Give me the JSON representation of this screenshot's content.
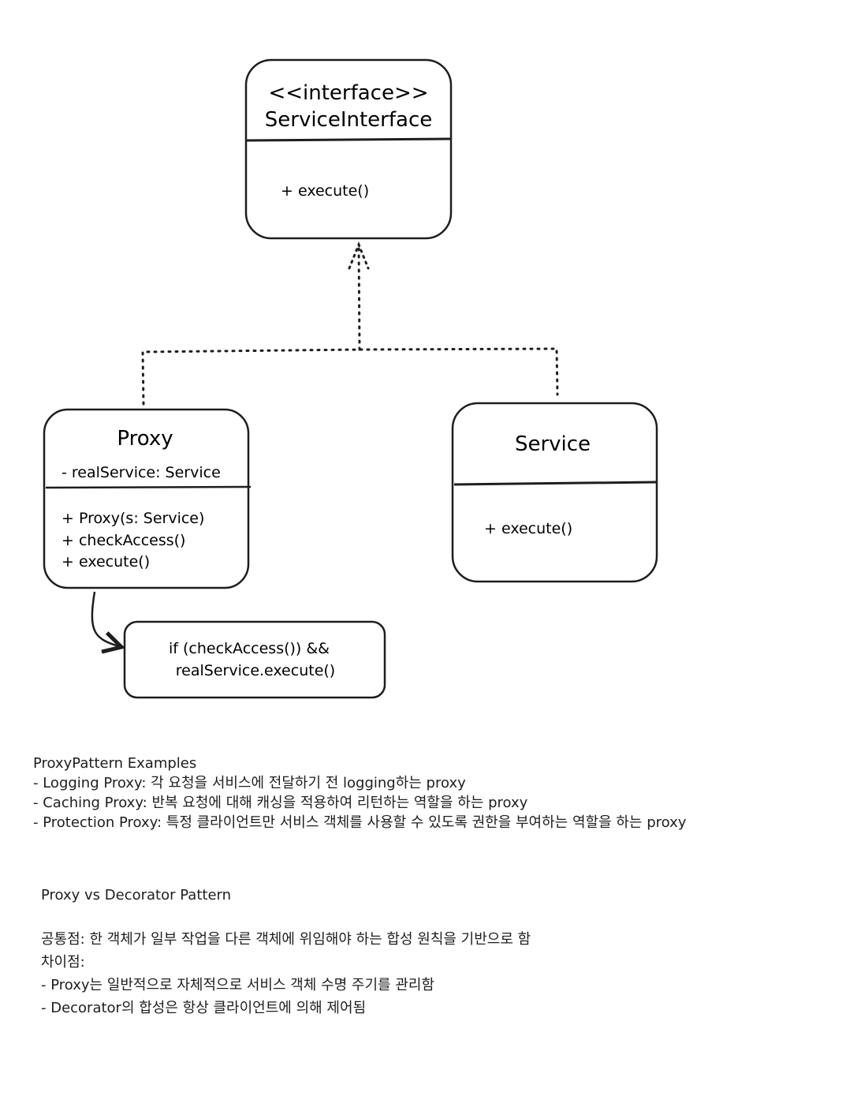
{
  "diagram": {
    "interface_box": {
      "stereotype": "<<interface>>",
      "name": "ServiceInterface",
      "methods": [
        "+ execute()"
      ]
    },
    "proxy_box": {
      "name": "Proxy",
      "fields": [
        "- realService: Service"
      ],
      "methods": [
        "+ Proxy(s: Service)",
        "+ checkAccess()",
        "+ execute()"
      ]
    },
    "service_box": {
      "name": "Service",
      "methods": [
        "+ execute()"
      ]
    },
    "note": {
      "lines": [
        "if (checkAccess()) &&",
        "realService.execute()"
      ]
    }
  },
  "examples": {
    "title": "ProxyPattern Examples",
    "items": [
      "- Logging Proxy: 각 요청을 서비스에 전달하기 전 logging하는 proxy",
      "- Caching Proxy: 반복 요청에 대해 캐싱을 적용하여 리턴하는 역할을 하는 proxy",
      "- Protection Proxy: 특정 클라이언트만 서비스 객체를 사용할 수 있도록 권한을 부여하는 역할을 하는 proxy"
    ]
  },
  "comparison": {
    "title": "Proxy vs Decorator Pattern",
    "lines": [
      "공통점: 한 객체가 일부 작업을 다른 객체에 위임해야 하는 합성 원칙을 기반으로 함",
      "차이점:",
      "- Proxy는 일반적으로 자체적으로 서비스 객체 수명 주기를 관리함",
      "- Decorator의 합성은 항상 클라이언트에 의해 제어됨"
    ]
  }
}
